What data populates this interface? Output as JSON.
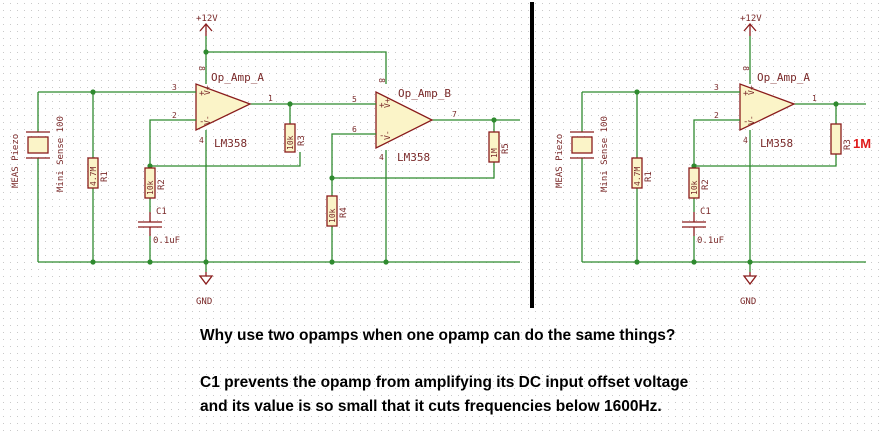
{
  "schematic_left": {
    "power_label": "+12V",
    "ground_label": "GND",
    "piezo_label": "MEAS Piezo",
    "sensor_label": "Mini Sense 100",
    "opamp_a_name": "Op_Amp_A",
    "opamp_a_part": "LM358",
    "opamp_b_name": "Op_Amp_B",
    "opamp_b_part": "LM358",
    "r1_value": "4.7M",
    "r1_ref": "R1",
    "r2_value": "10k",
    "r2_ref": "R2",
    "r3_value": "10k",
    "r3_ref": "R3",
    "r4_value": "10k",
    "r4_ref": "R4",
    "r5_value": "1M",
    "r5_ref": "R5",
    "c1_ref": "C1",
    "c1_value": "0.1uF",
    "pin_a_out": "1",
    "pin_a_in1": "3",
    "pin_a_in2": "2",
    "pin_b_in1": "5",
    "pin_b_in2": "6",
    "pin_b_out": "7",
    "pin_pwr": "8",
    "pin_gnd": "4",
    "plus_sign": "+",
    "minus_sign": "-",
    "vplus": "V+",
    "vminus": "V-"
  },
  "schematic_right": {
    "power_label": "+12V",
    "ground_label": "GND",
    "piezo_label": "MEAS Piezo",
    "sensor_label": "Mini Sense 100",
    "opamp_a_name": "Op_Amp_A",
    "opamp_a_part": "LM358",
    "r1_value": "4.7M",
    "r1_ref": "R1",
    "r2_value": "10k",
    "r2_ref": "R2",
    "r3_ref": "R3",
    "r3_annotation": "1M",
    "c1_ref": "C1",
    "c1_value": "0.1uF",
    "pin_a_out": "1",
    "pin_a_in1": "3",
    "pin_a_in2": "2",
    "pin_pwr": "8",
    "pin_gnd": "4",
    "plus_sign": "+",
    "minus_sign": "-",
    "vplus": "V+",
    "vminus": "V-"
  },
  "notes": {
    "question": "Why use two opamps when one opamp can do the same things?",
    "answer_line1": "C1 prevents the opamp from amplifying its DC input offset voltage",
    "answer_line2": "and its value is so small that it cuts frequencies below 1600Hz."
  },
  "colors": {
    "wire": "#2f8a2f",
    "component": "#8a1c1c",
    "component_fill": "#fbf4c8",
    "annotation_red": "#e01b1b",
    "divider": "#000000"
  }
}
